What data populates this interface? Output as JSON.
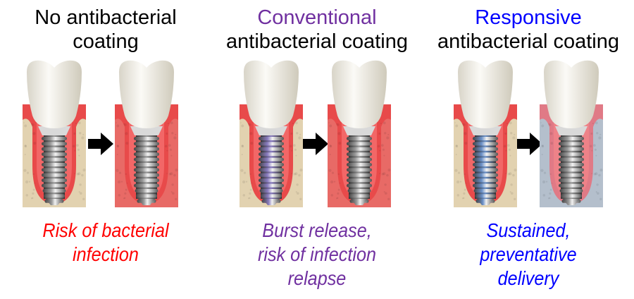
{
  "columns": [
    {
      "id": "none",
      "title_line1": "No antibacterial",
      "title_line2": "coating",
      "title_line1_color": "#000000",
      "caption_lines": [
        "Risk of bacterial",
        "infection"
      ],
      "caption_color": "#ff0000",
      "before": {
        "thread_color": "#9a9a9a",
        "bone_color": "#e2d2b0",
        "gum_color": "#e84a4a"
      },
      "after": {
        "thread_color": "#9a9a9a",
        "bone_color": "#e86a66",
        "gum_color": "#e84a4a"
      }
    },
    {
      "id": "conventional",
      "title_line1": "Conventional",
      "title_line2": "antibacterial coating",
      "title_line1_color": "#7030a0",
      "caption_lines": [
        "Burst release,",
        "risk of infection",
        "relapse"
      ],
      "caption_color": "#7030a0",
      "before": {
        "thread_color": "#8a7cc0",
        "bone_color": "#e2d2b0",
        "gum_color": "#e84a4a"
      },
      "after": {
        "thread_color": "#9a9a9a",
        "bone_color": "#e86a66",
        "gum_color": "#e84a4a"
      }
    },
    {
      "id": "responsive",
      "title_line1": "Responsive",
      "title_line2": "antibacterial coating",
      "title_line1_color": "#0000ff",
      "caption_lines": [
        "Sustained,",
        "preventative",
        "delivery"
      ],
      "caption_color": "#0000ff",
      "before": {
        "thread_color": "#6a90c8",
        "bone_color": "#e2d2b0",
        "gum_color": "#e84a4a"
      },
      "after": {
        "thread_color": "#9a9a9a",
        "bone_color": "#b4bfcc",
        "gum_color": "#e07a86"
      }
    }
  ],
  "arrow_icon": "right-arrow-icon"
}
